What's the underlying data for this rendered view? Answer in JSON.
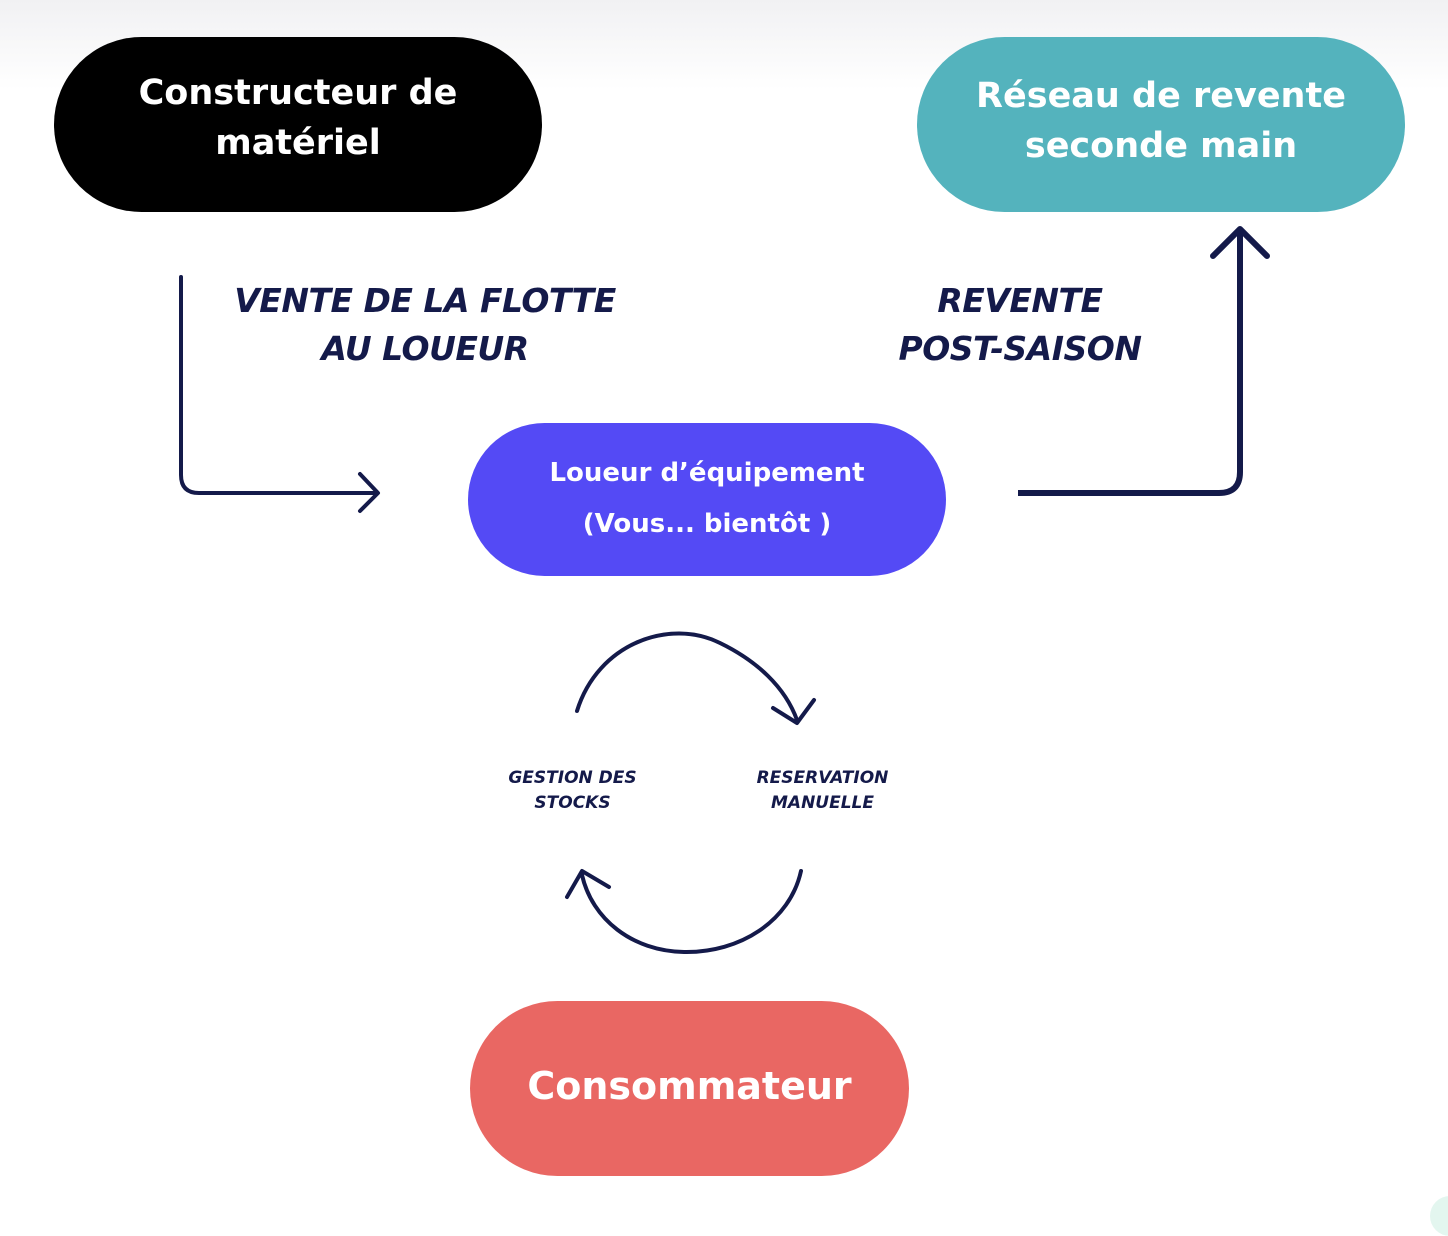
{
  "nodes": {
    "constructeur": {
      "line1": "Constructeur de",
      "line2": "matériel",
      "color": "#000000"
    },
    "reseau": {
      "line1": "Réseau de revente",
      "line2": "seconde main",
      "color": "#54b3bd"
    },
    "loueur": {
      "line1": "Loueur d’équipement",
      "line2": "(Vous... bientôt )",
      "color": "#544af5"
    },
    "consommateur": {
      "label": "Consommateur",
      "color": "#e96763"
    }
  },
  "edges": {
    "vente": {
      "line1": "VENTE DE LA FLOTTE",
      "line2": "AU LOUEUR"
    },
    "revente": {
      "line1": "REVENTE",
      "line2": "POST-SAISON"
    }
  },
  "cycle": {
    "gestion": {
      "line1": "GESTION DES",
      "line2": "STOCKS"
    },
    "reservation": {
      "line1": "RESERVATION",
      "line2": "MANUELLE"
    }
  },
  "colors": {
    "arrow": "#141a4a",
    "label_text": "#141a4a"
  }
}
